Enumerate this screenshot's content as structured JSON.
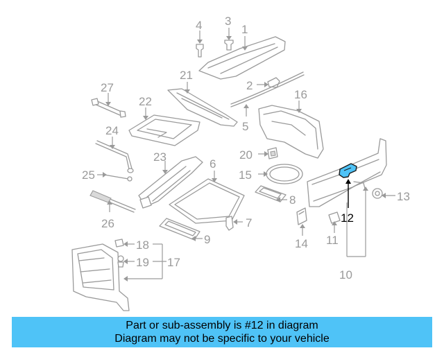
{
  "callouts": {
    "c1": "1",
    "c2": "2",
    "c3": "3",
    "c4": "4",
    "c5": "5",
    "c6": "6",
    "c7": "7",
    "c8": "8",
    "c9": "9",
    "c10": "10",
    "c11": "11",
    "c12": "12",
    "c13": "13",
    "c14": "14",
    "c15": "15",
    "c16": "16",
    "c17": "17",
    "c18": "18",
    "c19": "19",
    "c20": "20",
    "c21": "21",
    "c22": "22",
    "c23": "23",
    "c24": "24",
    "c25": "25",
    "c26": "26",
    "c27": "27"
  },
  "highlight": {
    "part": "12",
    "color": "#4fc3f7"
  },
  "banner": {
    "line1": "Part or sub-assembly is #12 in diagram",
    "line2": "Diagram may not be specific to your vehicle",
    "color": "#4fc3f7"
  }
}
